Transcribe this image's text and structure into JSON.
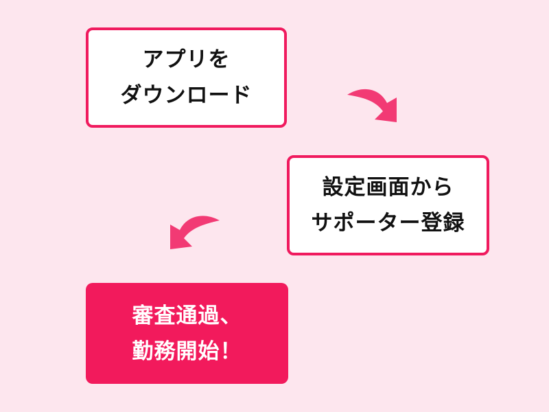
{
  "steps": [
    {
      "label_lines": [
        "アプリを",
        "ダウンロード"
      ]
    },
    {
      "label_lines": [
        "設定画面から",
        "サポーター登録"
      ]
    },
    {
      "label_lines": [
        "審査通過、",
        "勤務開始！"
      ]
    }
  ],
  "colors": {
    "background": "#fde6ee",
    "accent": "#f21a5c",
    "arrow": "#f23a74",
    "box_fill": "#ffffff",
    "text_dark": "#111111",
    "text_light": "#ffffff"
  },
  "icons": {
    "arrow_1": "curved-arrow-down-right-icon",
    "arrow_2": "curved-arrow-down-left-icon"
  }
}
